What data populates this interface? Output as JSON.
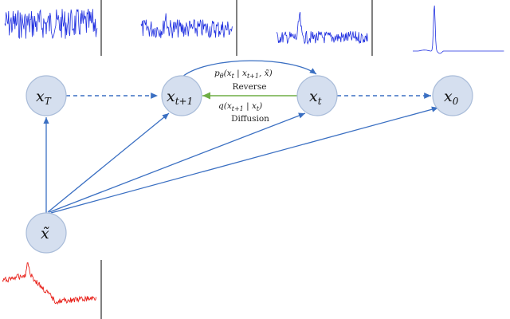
{
  "nodes": {
    "xT": {
      "base": "x",
      "sub": "T"
    },
    "xt1": {
      "base": "x",
      "sub": "t+1"
    },
    "xt": {
      "base": "x",
      "sub": "t"
    },
    "x0": {
      "base": "x",
      "sub": "0"
    },
    "xtilde": {
      "base": "x̃",
      "sub": ""
    }
  },
  "reverse": {
    "formula_p": "p",
    "formula_theta": "θ",
    "formula_args": "(x",
    "formula_args_sub": "t",
    "formula_mid": " | x",
    "formula_mid_sub": "t+1",
    "formula_end": ", x̃)",
    "label": "Reverse"
  },
  "diffusion": {
    "formula_q": "q(x",
    "formula_q_sub": "t+1",
    "formula_mid": " | x",
    "formula_mid_sub": "t",
    "formula_end": ")",
    "label": "Diffusion"
  },
  "colors": {
    "noise_signal": "#1f2fe0",
    "condition_signal": "#e8221b",
    "arrow_blue": "#3a6fc2",
    "arrow_green": "#6fae45",
    "node_fill": "#d5dfef"
  }
}
